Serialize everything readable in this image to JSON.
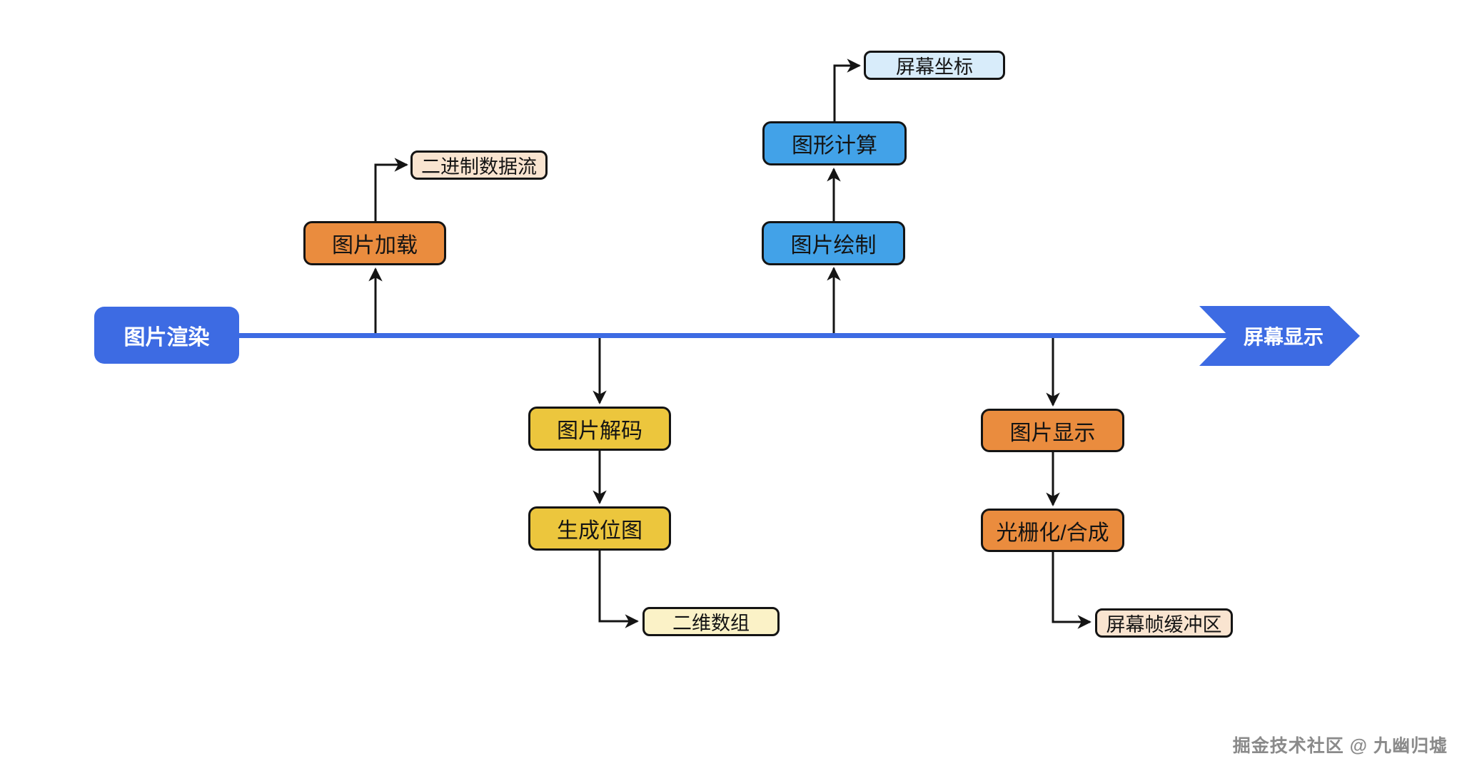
{
  "colors": {
    "accent": "#3D6BE3",
    "node-blue": "#42A2E8",
    "node-blue-light": "#D8ECFA",
    "node-orange": "#EA8C3E",
    "node-peach": "#F9E4D0",
    "node-yellow": "#ECC63D",
    "node-yellow-light": "#FBF2C7",
    "line": "#141414"
  },
  "nodes": {
    "render": {
      "label": "图片渲染"
    },
    "screen_display": {
      "label": "屏幕显示"
    },
    "load": {
      "label": "图片加载"
    },
    "binary_stream": {
      "label": "二进制数据流"
    },
    "draw": {
      "label": "图片绘制"
    },
    "graph_compute": {
      "label": "图形计算"
    },
    "screen_coords": {
      "label": "屏幕坐标"
    },
    "decode": {
      "label": "图片解码"
    },
    "gen_bitmap": {
      "label": "生成位图"
    },
    "array_2d": {
      "label": "二维数组"
    },
    "display": {
      "label": "图片显示"
    },
    "rasterize": {
      "label": "光栅化/合成"
    },
    "framebuffer": {
      "label": "屏幕帧缓冲区"
    }
  },
  "watermark": {
    "text": "掘金技术社区 @ 九幽归墟"
  }
}
